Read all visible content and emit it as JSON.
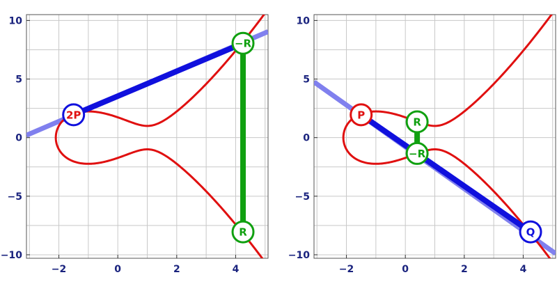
{
  "chart_data": [
    {
      "type": "line",
      "title": "",
      "xlabel": "",
      "ylabel": "",
      "xlim": [
        -3.1,
        5.1
      ],
      "ylim": [
        -10.3,
        10.5
      ],
      "xticks": [
        -2,
        0,
        2,
        4
      ],
      "yticks": [
        -10,
        -5,
        0,
        5,
        10
      ],
      "grid": true,
      "curve": {
        "equation": "y^2 = x^3 - 3x + 3",
        "color": "#e01010"
      },
      "extended_line": {
        "from": [
          -3.1,
          0.2
        ],
        "to": [
          5.1,
          9.05
        ],
        "color": "#8080ee"
      },
      "segments": [
        {
          "from": [
            -1.5,
            1.95
          ],
          "to": [
            4.25,
            8.05
          ],
          "color": "#1010dd"
        },
        {
          "from": [
            4.25,
            8.05
          ],
          "to": [
            4.25,
            -8.05
          ],
          "color": "#10a010"
        }
      ],
      "points": [
        {
          "label": "2P",
          "x": -1.5,
          "y": 1.95,
          "color": "#1010dd",
          "label_color": "#e01010"
        },
        {
          "label": "−R",
          "x": 4.25,
          "y": 8.05,
          "color": "#10a010",
          "label_color": "#10a010"
        },
        {
          "label": "R",
          "x": 4.25,
          "y": -8.05,
          "color": "#10a010",
          "label_color": "#10a010"
        }
      ]
    },
    {
      "type": "line",
      "title": "",
      "xlabel": "",
      "ylabel": "",
      "xlim": [
        -3.1,
        5.1
      ],
      "ylim": [
        -10.3,
        10.5
      ],
      "xticks": [
        -2,
        0,
        2,
        4
      ],
      "yticks": [
        -10,
        -5,
        0,
        5,
        10
      ],
      "grid": true,
      "curve": {
        "equation": "y^2 = x^3 - 3x + 3",
        "color": "#e01010"
      },
      "extended_line": {
        "from": [
          -3.1,
          4.75
        ],
        "to": [
          5.1,
          -9.9
        ],
        "color": "#8080ee"
      },
      "segments": [
        {
          "from": [
            -1.5,
            1.95
          ],
          "to": [
            4.25,
            -8.05
          ],
          "color": "#1010dd"
        },
        {
          "from": [
            0.4,
            1.35
          ],
          "to": [
            0.4,
            -1.35
          ],
          "color": "#10a010"
        }
      ],
      "points": [
        {
          "label": "P",
          "x": -1.5,
          "y": 1.95,
          "color": "#e01010",
          "label_color": "#e01010"
        },
        {
          "label": "R",
          "x": 0.4,
          "y": 1.35,
          "color": "#10a010",
          "label_color": "#10a010"
        },
        {
          "label": "−R",
          "x": 0.4,
          "y": -1.35,
          "color": "#10a010",
          "label_color": "#10a010"
        },
        {
          "label": "Q",
          "x": 4.25,
          "y": -8.05,
          "color": "#1010dd",
          "label_color": "#1010dd"
        }
      ]
    }
  ]
}
